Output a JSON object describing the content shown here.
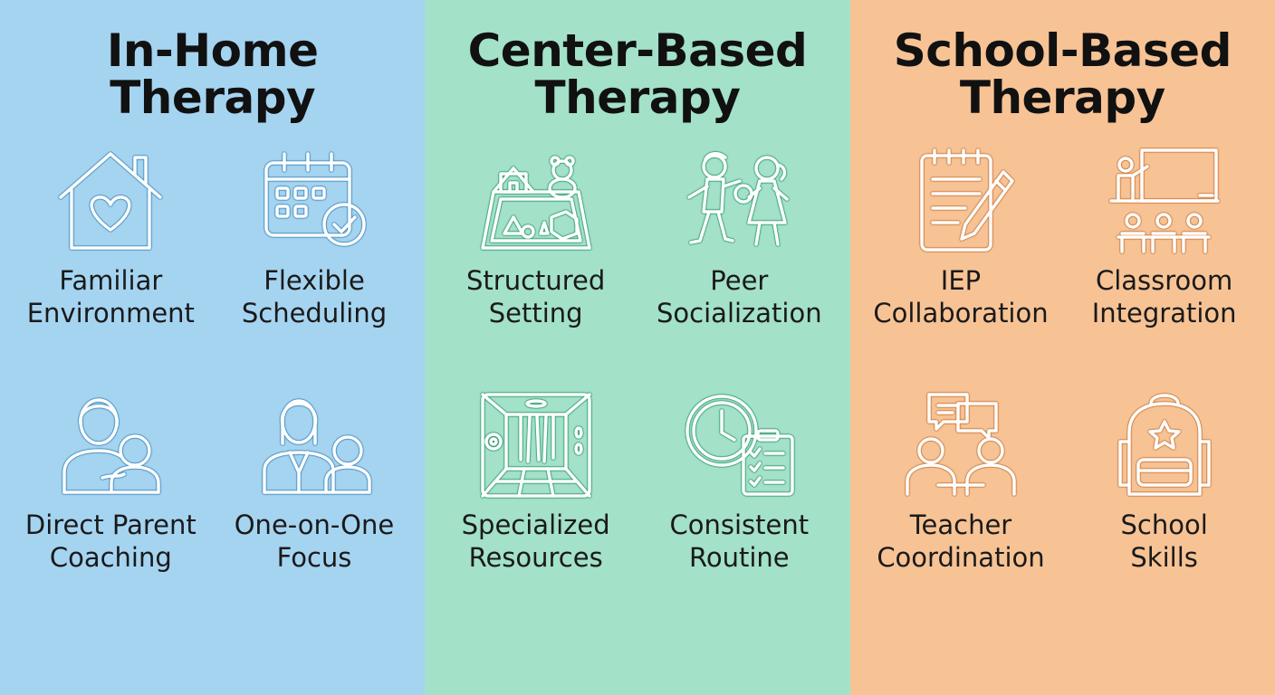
{
  "columns": [
    {
      "title_line1": "In-Home",
      "title_line2": "Therapy",
      "bg": "#a5d4f1",
      "outline": "#3d86b8",
      "items": [
        {
          "line1": "Familiar",
          "line2": "Environment",
          "icon": "house-heart-icon"
        },
        {
          "line1": "Flexible",
          "line2": "Scheduling",
          "icon": "calendar-check-icon"
        },
        {
          "line1": "Direct Parent",
          "line2": "Coaching",
          "icon": "parent-child-icon"
        },
        {
          "line1": "One-on-One",
          "line2": "Focus",
          "icon": "therapist-child-icon"
        }
      ]
    },
    {
      "title_line1": "Center-Based",
      "title_line2": "Therapy",
      "bg": "#a3e1c9",
      "outline": "#2f9a6e",
      "items": [
        {
          "line1": "Structured",
          "line2": "Setting",
          "icon": "play-mat-icon"
        },
        {
          "line1": "Peer",
          "line2": "Socialization",
          "icon": "kids-playing-icon"
        },
        {
          "line1": "Specialized",
          "line2": "Resources",
          "icon": "sensory-room-icon"
        },
        {
          "line1": "Consistent",
          "line2": "Routine",
          "icon": "clock-checklist-icon"
        }
      ]
    },
    {
      "title_line1": "School-Based",
      "title_line2": "Therapy",
      "bg": "#f7c395",
      "outline": "#c7773a",
      "items": [
        {
          "line1": "IEP",
          "line2": "Collaboration",
          "icon": "notepad-pencil-icon"
        },
        {
          "line1": "Classroom",
          "line2": "Integration",
          "icon": "classroom-icon"
        },
        {
          "line1": "Teacher",
          "line2": "Coordination",
          "icon": "conversation-icon"
        },
        {
          "line1": "School",
          "line2": "Skills",
          "icon": "backpack-icon"
        }
      ]
    }
  ]
}
